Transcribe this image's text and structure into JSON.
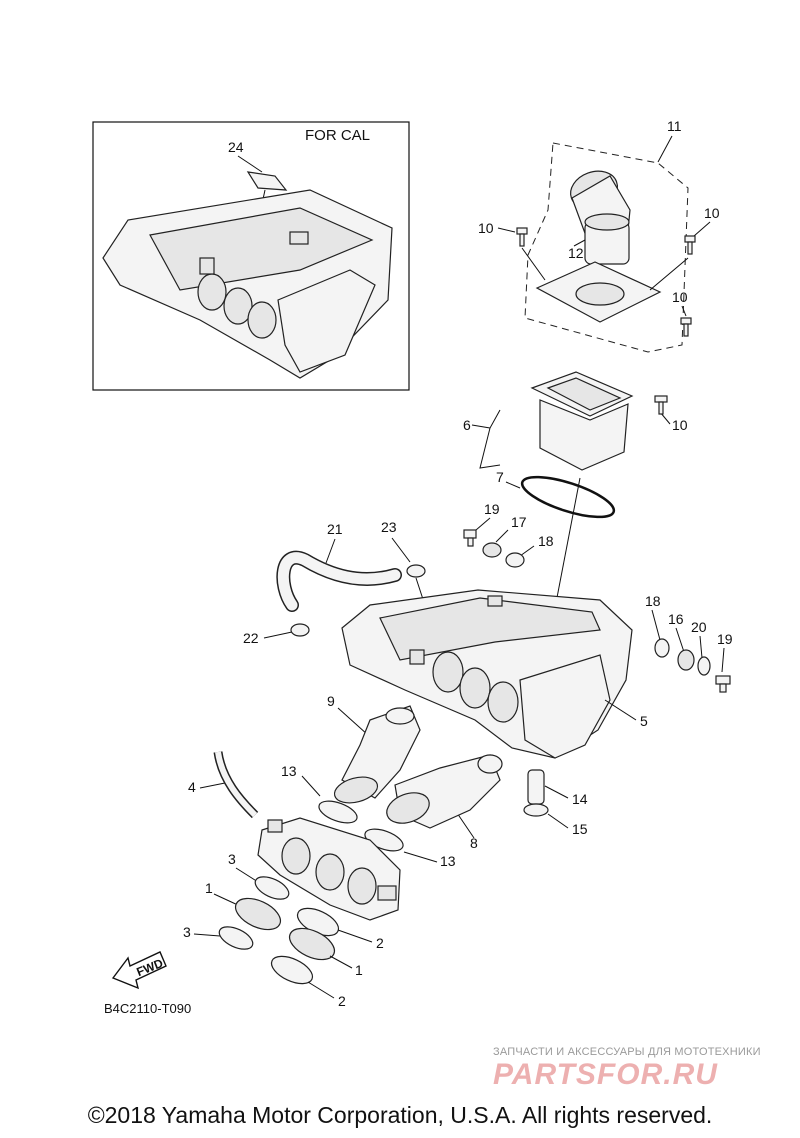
{
  "inset": {
    "label": "FOR CAL",
    "part_number": "24"
  },
  "callouts": {
    "c1a": "1",
    "c1b": "1",
    "c2a": "2",
    "c2b": "2",
    "c3a": "3",
    "c3b": "3",
    "c4": "4",
    "c5": "5",
    "c6": "6",
    "c7": "7",
    "c8": "8",
    "c9": "9",
    "c10a": "10",
    "c10b": "10",
    "c10c": "10",
    "c10d": "10",
    "c11": "11",
    "c12": "12",
    "c13a": "13",
    "c13b": "13",
    "c14": "14",
    "c15": "15",
    "c16": "16",
    "c17": "17",
    "c18a": "18",
    "c18b": "18",
    "c19a": "19",
    "c19b": "19",
    "c20": "20",
    "c21": "21",
    "c22": "22",
    "c23": "23"
  },
  "fwd_label": "FWD",
  "diagram_code": "B4C2110-T090",
  "watermark": {
    "tagline": "ЗАПЧАСТИ И АКСЕССУАРЫ ДЛЯ МОТОТЕХНИКИ",
    "logo": "PARTSFOR.RU"
  },
  "copyright": "©2018 Yamaha Motor Corporation, U.S.A. All rights reserved.",
  "colors": {
    "line": "#111111",
    "watermark_logo": "#d65050",
    "watermark_text": "#9a9a9a"
  }
}
